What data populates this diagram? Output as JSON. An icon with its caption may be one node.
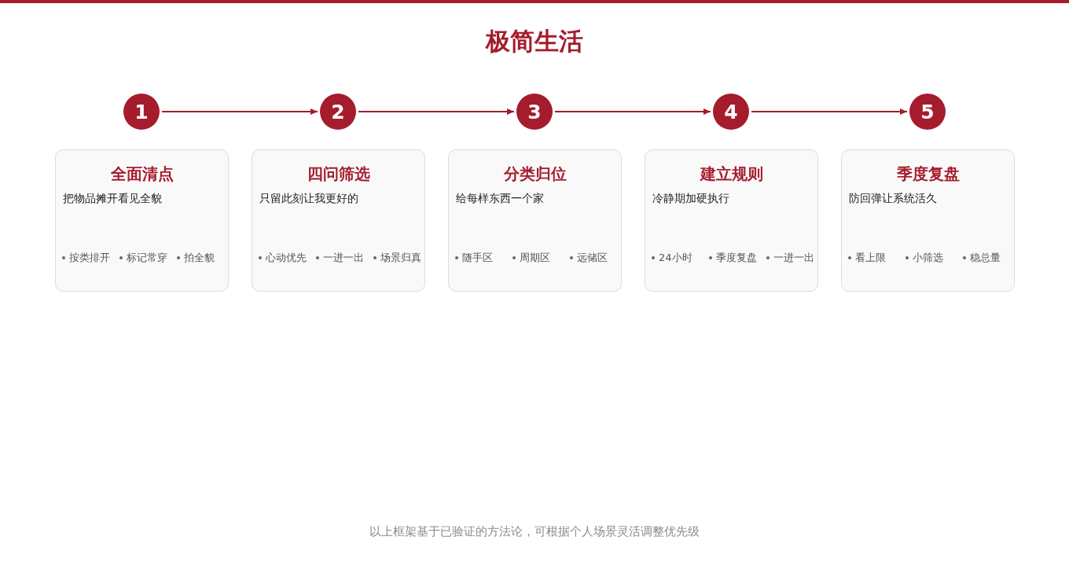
{
  "diagram": {
    "title": "极简生活",
    "caption": "以上框架基于已验证的方法论，可根据个人场景灵活调整优先级",
    "nodes": [
      {
        "text": [
          "1"
        ]
      },
      {
        "text": [
          "2"
        ]
      },
      {
        "text": [
          "3"
        ]
      },
      {
        "text": [
          "4"
        ]
      },
      {
        "text": [
          "5"
        ]
      },
      {
        "text": [
          "全面清点",
          "把物品摊开看见全貌",
          "按类排开",
          "标记常穿",
          "拍全貌"
        ]
      },
      {
        "text": [
          "四问筛选",
          "只留此刻让我更好的",
          "心动优先",
          "一进一出",
          "场景归真"
        ]
      },
      {
        "text": [
          "分类归位",
          "给每样东西一个家",
          "随手区",
          "周期区",
          "远储区"
        ]
      },
      {
        "text": [
          "建立规则",
          "冷静期加硬执行",
          "24小时",
          "季度复盘",
          "一进一出"
        ]
      },
      {
        "text": [
          "季度复盘",
          "防回弹让系统活久",
          "看上限",
          "小筛选",
          "稳总量"
        ]
      }
    ],
    "edges": [
      {
        "from": 0,
        "to": 1,
        "arrow": "to"
      },
      {
        "from": 1,
        "to": 2,
        "arrow": "to"
      },
      {
        "from": 2,
        "to": 3,
        "arrow": "to"
      },
      {
        "from": 3,
        "to": 4,
        "arrow": "to"
      }
    ]
  }
}
